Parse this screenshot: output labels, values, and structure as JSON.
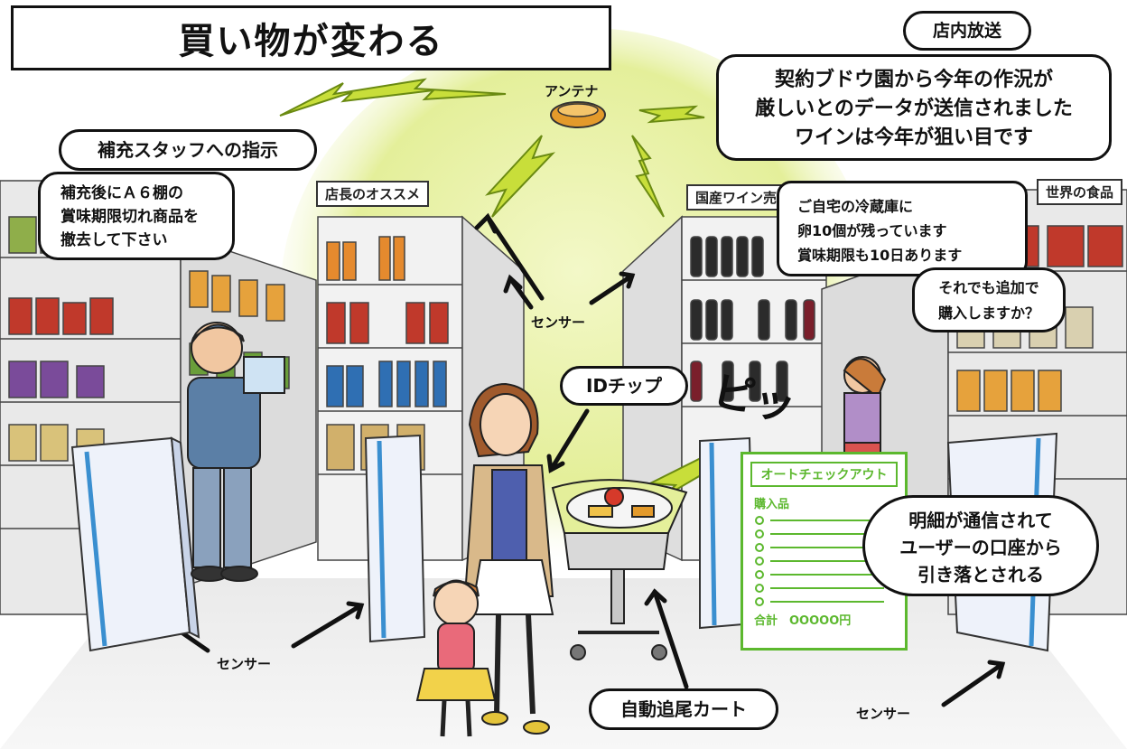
{
  "title": "買い物が変わる",
  "labels": {
    "antenna": "アンテナ",
    "sensor_center": "センサー",
    "sensor_left": "センサー",
    "sensor_right": "センサー",
    "id_chip": "IDチップ",
    "cart": "自動追尾カート",
    "beep": "ピッ"
  },
  "in_store_broadcast": {
    "heading": "店内放送",
    "message": "契約ブドウ園から今年の作況が\n厳しいとのデータが送信されました\nワインは今年が狙い目です"
  },
  "staff_instruction": {
    "heading": "補充スタッフへの指示",
    "message": "補充後にＡ６棚の\n賞味期限切れ商品を\n撤去して下さい"
  },
  "fridge_notice": {
    "message": "ご自宅の冷蔵庫に\n卵10個が残っています\n賞味期限も10日あります",
    "question": "それでも追加で\n購入しますか？"
  },
  "signs": {
    "recommend": "店長のオススメ",
    "wine": "国産ワイン売",
    "world_food": "世界の食品"
  },
  "receipt": {
    "title": "オートチェックアウト",
    "items_label": "購入品",
    "total": "合計　OOOOO円"
  },
  "billing_notice": "明細が通信されて\nユーザーの口座から\n引き落とされる",
  "colors": {
    "glow": "#e4ef9a",
    "lightning": "#c8de3a",
    "receipt_green": "#5cb82e",
    "gate_blue": "#3a8fd0"
  }
}
